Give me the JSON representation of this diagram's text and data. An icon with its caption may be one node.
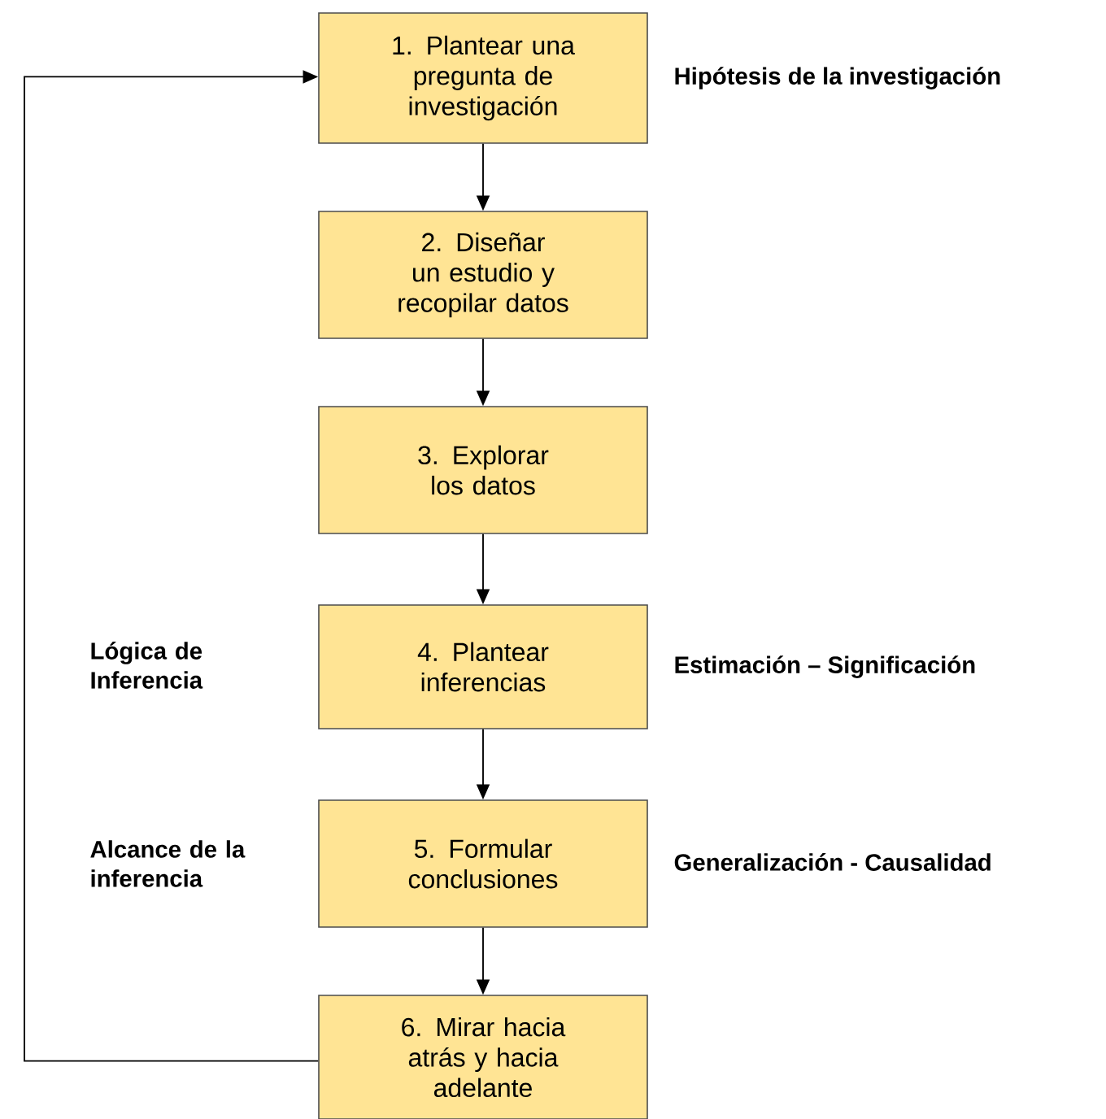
{
  "diagram": {
    "nodes": [
      {
        "text": [
          "1. Plantear una pregunta de investigación"
        ]
      },
      {
        "text": [
          "2. Diseñar un estudio y recopilar datos"
        ]
      },
      {
        "text": [
          "3. Explorar los datos"
        ]
      },
      {
        "text": [
          "4. Plantear inferencias"
        ]
      },
      {
        "text": [
          "5. Formular conclusiones"
        ]
      },
      {
        "text": [
          "6. Mirar hacia atrás y hacia adelante"
        ]
      }
    ],
    "edges": [
      {
        "from": 0,
        "to": 1,
        "arrow": "to"
      },
      {
        "from": 1,
        "to": 2,
        "arrow": "to"
      },
      {
        "from": 2,
        "to": 3,
        "arrow": "to"
      },
      {
        "from": 3,
        "to": 4,
        "arrow": "to"
      },
      {
        "from": 4,
        "to": 5,
        "arrow": "to"
      },
      {
        "from": 5,
        "to": 0,
        "arrow": "to"
      }
    ],
    "labels": [
      "Hipótesis de la investigación",
      "Lógica de Inferencia",
      "Estimación – Significación",
      "Alcance de la inferencia",
      "Generalización - Causalidad"
    ]
  }
}
